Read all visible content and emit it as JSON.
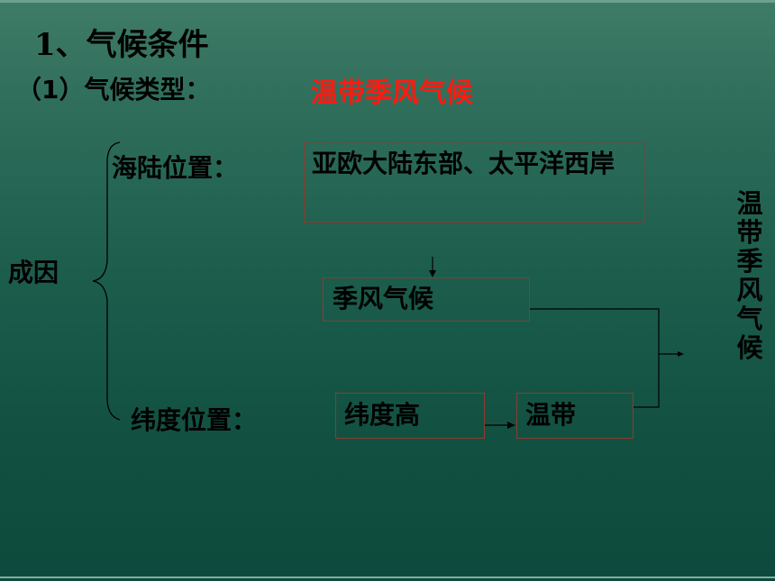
{
  "title": "1、气候条件",
  "subtitle": "（1）气候类型：",
  "answer": "温带季风气候",
  "cause_label": "成因",
  "sea_land_label": "海陆位置：",
  "sea_land_box": "亚欧大陆东部、太平洋西岸",
  "monsoon_box": "季风气候",
  "latitude_label": "纬度位置：",
  "high_lat_box": "纬度高",
  "temperate_box": "温带",
  "result_vertical": "温带季风气候",
  "colors": {
    "answer": "#ff1a12",
    "box_border": "#8c3b2f",
    "background": "#1d5e4d"
  }
}
